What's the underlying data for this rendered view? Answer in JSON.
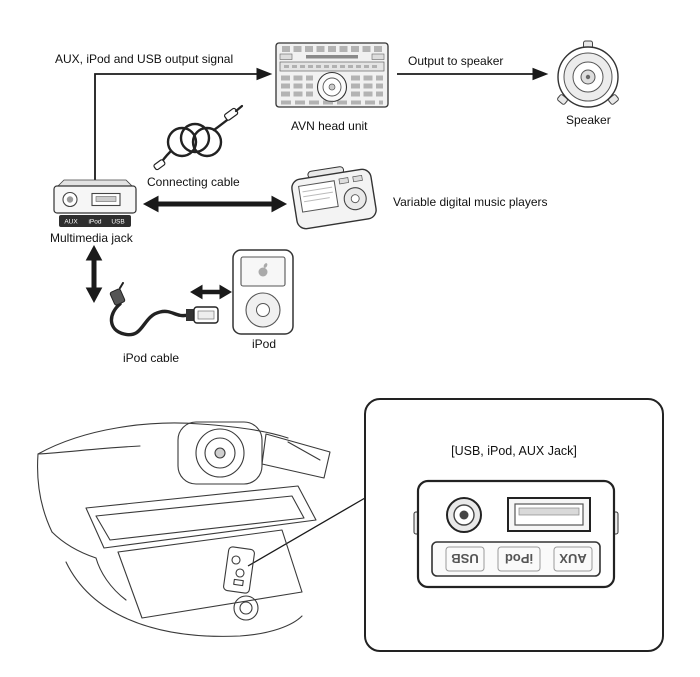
{
  "labels": {
    "signal_arrow": "AUX, iPod and USB output signal",
    "avn_head_unit": "AVN head unit",
    "output_to_speaker": "Output to speaker",
    "speaker": "Speaker",
    "connecting_cable": "Connecting cable",
    "multimedia_jack": "Multimedia jack",
    "players": "Variable digital music players",
    "ipod_cable": "iPod cable",
    "ipod": "iPod",
    "callout_title": "[USB, iPod, AUX Jack]"
  },
  "ports": {
    "aux": "AUX",
    "ipod": "iPod",
    "usb": "USB"
  },
  "colors": {
    "ink": "#1a1a1a",
    "line_art": "#3a3a3a"
  },
  "illustrations": [
    "avn-head-unit",
    "speaker",
    "multimedia-jack",
    "coiled-connecting-cable",
    "digital-music-player",
    "ipod",
    "ipod-cable",
    "dashboard-console",
    "jack-panel-closeup"
  ]
}
